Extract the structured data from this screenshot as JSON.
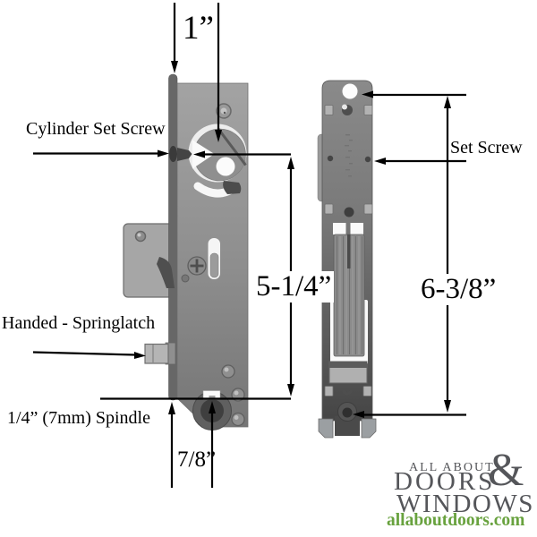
{
  "annotations": {
    "top_dim": "1”",
    "cylinder_set_screw": "Cylinder Set Screw",
    "body_height_dim": "5-1/4”",
    "handed_springlatch": "Handed - Springlatch",
    "spindle": "1/4” (7mm) Spindle",
    "bottom_dim": "7/8”",
    "set_screw": "Set Screw",
    "overall_height_dim": "6-3/8”"
  },
  "logo": {
    "line1": "ALL ABOUT",
    "ampersand": "&",
    "line2": "DOORS",
    "line3": "WINDOWS",
    "url": "allaboutdoors.com",
    "text_color": "#55565a",
    "url_color": "#68a23e"
  },
  "illustration": {
    "left_view": "mortise-deadlatch-face-view",
    "right_view": "mortise-deadlatch-edge-view",
    "dimension_line_color": "#000000"
  }
}
